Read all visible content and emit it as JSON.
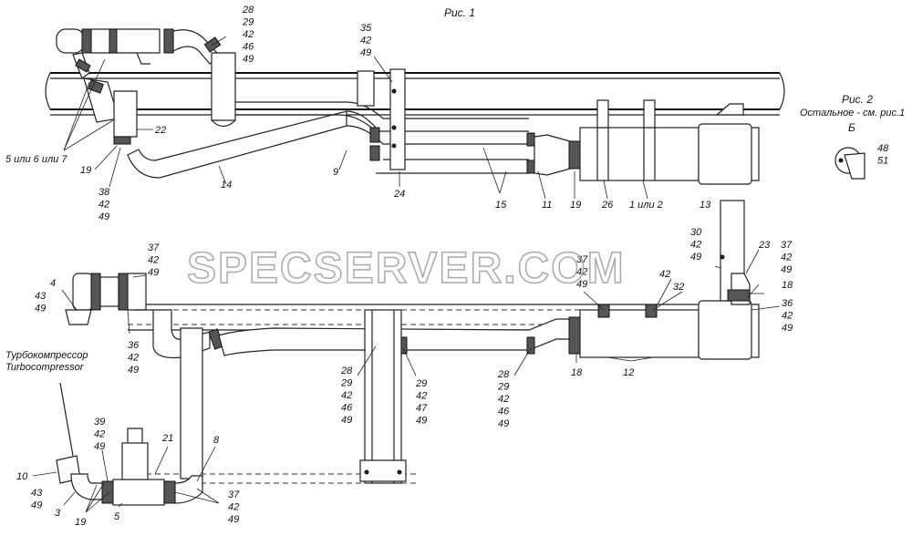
{
  "title": "Рис. 1",
  "fig2": {
    "title": "Рис. 2",
    "subtitle": "Остальное - см. рис.1",
    "view": "Б"
  },
  "watermark": "SPECSERVER.COM",
  "turbo_ru": "Турбокомпрессор",
  "turbo_en": "Turbocompressor",
  "callouts_top": [
    {
      "id": "t1",
      "lines": [
        "28",
        "29",
        "42",
        "46",
        "49"
      ]
    },
    {
      "id": "t2",
      "lines": [
        "35",
        "42",
        "49"
      ]
    },
    {
      "id": "t3",
      "lines": [
        "5 или 6 или 7"
      ]
    },
    {
      "id": "t4",
      "lines": [
        "22"
      ]
    },
    {
      "id": "t5",
      "lines": [
        "19"
      ]
    },
    {
      "id": "t6",
      "lines": [
        "38",
        "42",
        "49"
      ]
    },
    {
      "id": "t7",
      "lines": [
        "14"
      ]
    },
    {
      "id": "t8",
      "lines": [
        "9"
      ]
    },
    {
      "id": "t9",
      "lines": [
        "24"
      ]
    },
    {
      "id": "t10",
      "lines": [
        "15"
      ]
    },
    {
      "id": "t11",
      "lines": [
        "11"
      ]
    },
    {
      "id": "t12",
      "lines": [
        "19"
      ]
    },
    {
      "id": "t13",
      "lines": [
        "26"
      ]
    },
    {
      "id": "t14",
      "lines": [
        "1 или 2"
      ]
    },
    {
      "id": "t15",
      "lines": [
        "48",
        "51"
      ]
    }
  ],
  "callouts_bottom": [
    {
      "id": "b1",
      "lines": [
        "13"
      ]
    },
    {
      "id": "b2",
      "lines": [
        "30",
        "42",
        "49"
      ]
    },
    {
      "id": "b3",
      "lines": [
        "23"
      ]
    },
    {
      "id": "b4",
      "lines": [
        "37",
        "42",
        "49"
      ]
    },
    {
      "id": "b5",
      "lines": [
        "42"
      ]
    },
    {
      "id": "b6",
      "lines": [
        "32"
      ]
    },
    {
      "id": "b7",
      "lines": [
        "37",
        "42",
        "49"
      ]
    },
    {
      "id": "b8",
      "lines": [
        "18"
      ]
    },
    {
      "id": "b9",
      "lines": [
        "36",
        "42",
        "49"
      ]
    },
    {
      "id": "b10",
      "lines": [
        "37",
        "42",
        "49"
      ]
    },
    {
      "id": "b11",
      "lines": [
        "4"
      ]
    },
    {
      "id": "b12",
      "lines": [
        "43",
        "49"
      ]
    },
    {
      "id": "b13",
      "lines": [
        "36",
        "42",
        "49"
      ]
    },
    {
      "id": "b14",
      "lines": [
        "28",
        "29",
        "42",
        "46",
        "49"
      ]
    },
    {
      "id": "b15",
      "lines": [
        "29",
        "42",
        "47",
        "49"
      ]
    },
    {
      "id": "b16",
      "lines": [
        "28",
        "29",
        "42",
        "46",
        "49"
      ]
    },
    {
      "id": "b17",
      "lines": [
        "18"
      ]
    },
    {
      "id": "b18",
      "lines": [
        "12"
      ]
    },
    {
      "id": "b19",
      "lines": [
        "39",
        "42",
        "49"
      ]
    },
    {
      "id": "b20",
      "lines": [
        "21"
      ]
    },
    {
      "id": "b21",
      "lines": [
        "8"
      ]
    },
    {
      "id": "b22",
      "lines": [
        "10"
      ]
    },
    {
      "id": "b23",
      "lines": [
        "43",
        "49"
      ]
    },
    {
      "id": "b24",
      "lines": [
        "3"
      ]
    },
    {
      "id": "b25",
      "lines": [
        "19"
      ]
    },
    {
      "id": "b26",
      "lines": [
        "5"
      ]
    },
    {
      "id": "b27",
      "lines": [
        "37",
        "42",
        "49"
      ]
    }
  ]
}
